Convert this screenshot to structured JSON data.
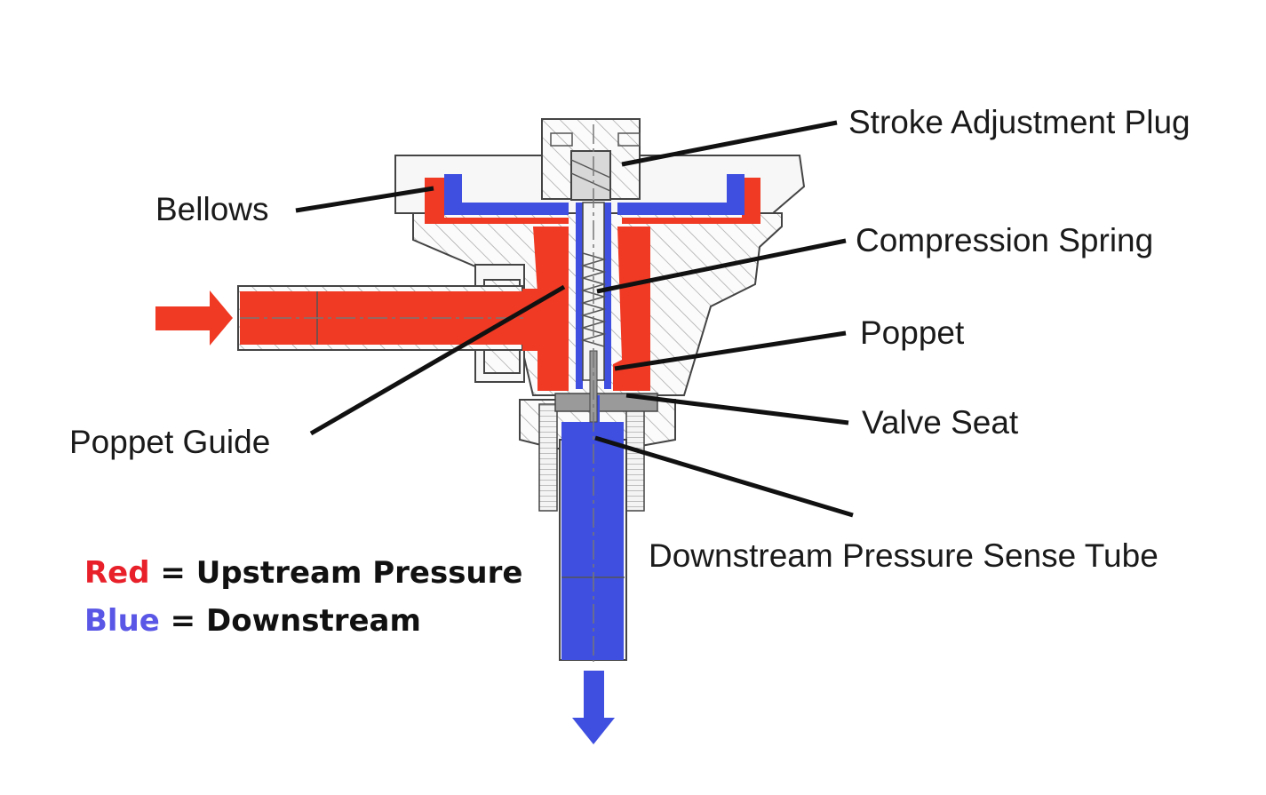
{
  "labels": {
    "stroke_adjustment_plug": "Stroke Adjustment Plug",
    "bellows": "Bellows",
    "compression_spring": "Compression Spring",
    "poppet": "Poppet",
    "valve_seat": "Valve Seat",
    "poppet_guide": "Poppet Guide",
    "downstream_pressure_sense_tube": "Downstream Pressure Sense Tube"
  },
  "legend": {
    "red_word": "Red",
    "red_rest": " = Upstream Pressure",
    "blue_word": "Blue",
    "blue_rest": " = Downstream"
  },
  "colors": {
    "upstream": "#f03a24",
    "downstream": "#3f4fe0",
    "legend_red": "#e8202a",
    "legend_blue": "#5a57e6"
  }
}
